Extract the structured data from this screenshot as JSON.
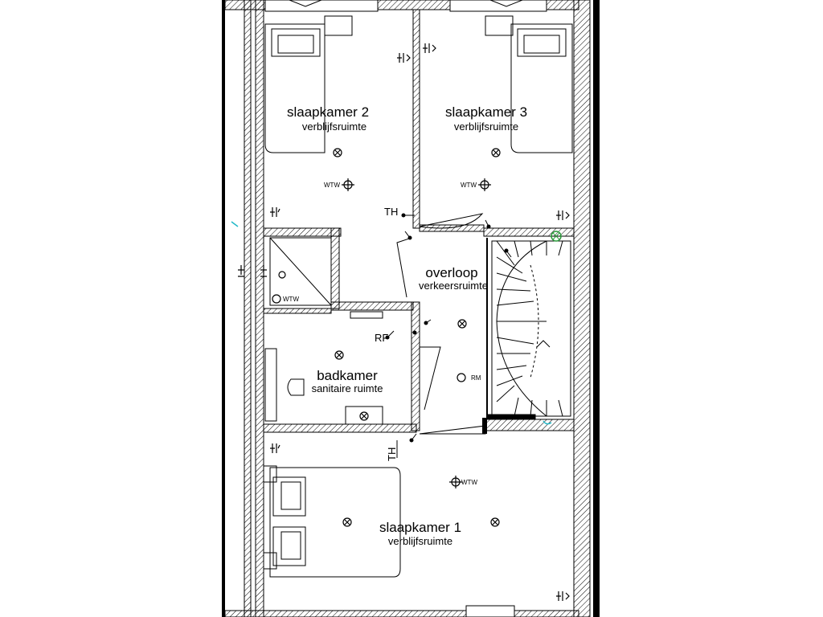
{
  "rooms": {
    "bedroom2": {
      "name": "slaapkamer 2",
      "type": "verblijfsruimte"
    },
    "bedroom3": {
      "name": "slaapkamer 3",
      "type": "verblijfsruimte"
    },
    "landing": {
      "name": "overloop",
      "type": "verkeersruimte"
    },
    "bathroom": {
      "name": "badkamer",
      "type": "sanitaire ruimte"
    },
    "bedroom1": {
      "name": "slaapkamer 1",
      "type": "verblijfsruimte"
    }
  },
  "symbols": {
    "wtw": "WTW",
    "thermostat": "TH",
    "smoke_detector": "RM",
    "rf": "RF"
  },
  "colors": {
    "line": "#000000",
    "hatch": "#000000",
    "accent": "#22b8c8",
    "green": "#2e9e3e"
  }
}
